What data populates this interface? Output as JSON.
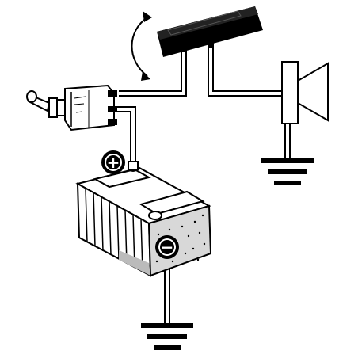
{
  "diagram": {
    "components": [
      {
        "id": "toggle-switch",
        "kind": "switch"
      },
      {
        "id": "flasher-module",
        "kind": "module"
      },
      {
        "id": "horn-speaker",
        "kind": "horn"
      },
      {
        "id": "battery",
        "kind": "battery"
      }
    ],
    "terminals": {
      "positive": {
        "symbol": "+"
      },
      "negative": {
        "symbol": "−"
      }
    },
    "grounds": [
      {
        "id": "horn-ground"
      },
      {
        "id": "battery-ground"
      }
    ],
    "motion_indicator": "rotate-arrow-icon",
    "colors": {
      "ink": "#000000",
      "paper": "#ffffff"
    }
  }
}
